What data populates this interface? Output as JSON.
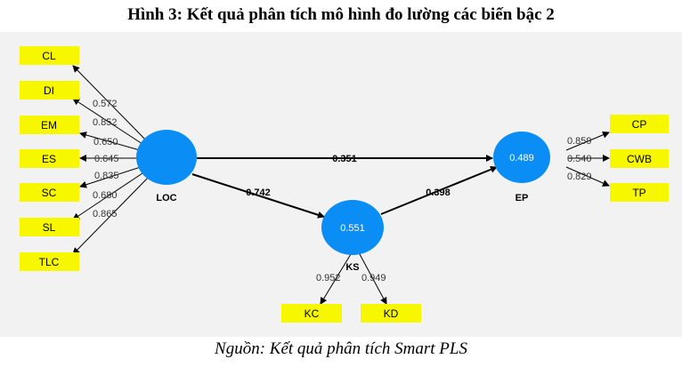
{
  "title": "Hình 3: Kết quả phân tích mô hình đo lường các biến bậc 2",
  "source": "Nguồn: Kết quả phân tích Smart PLS",
  "constructs": {
    "loc": {
      "name": "LOC",
      "r2": ""
    },
    "ks": {
      "name": "KS",
      "r2": "0.551"
    },
    "ep": {
      "name": "EP",
      "r2": "0.489"
    }
  },
  "loc_indicators": [
    {
      "name": "CL",
      "loading": "0.572"
    },
    {
      "name": "DI",
      "loading": "0.852"
    },
    {
      "name": "EM",
      "loading": "0.650"
    },
    {
      "name": "ES",
      "loading": "0.645"
    },
    {
      "name": "SC",
      "loading": "0.835"
    },
    {
      "name": "SL",
      "loading": "0.680"
    },
    {
      "name": "TLC",
      "loading": "0.865"
    }
  ],
  "ep_indicators": [
    {
      "name": "CP",
      "loading": "0.859"
    },
    {
      "name": "CWB",
      "loading": "0.540"
    },
    {
      "name": "TP",
      "loading": "0.829"
    }
  ],
  "ks_indicators": [
    {
      "name": "KC",
      "loading": "0.952"
    },
    {
      "name": "KD",
      "loading": "0.949"
    }
  ],
  "paths": {
    "loc_ep": "0.351",
    "loc_ks": "0.742",
    "ks_ep": "0.398"
  },
  "colors": {
    "construct_fill": "#0a8ef5",
    "indicator_fill": "#f7f700",
    "background": "#f2f2f2"
  }
}
